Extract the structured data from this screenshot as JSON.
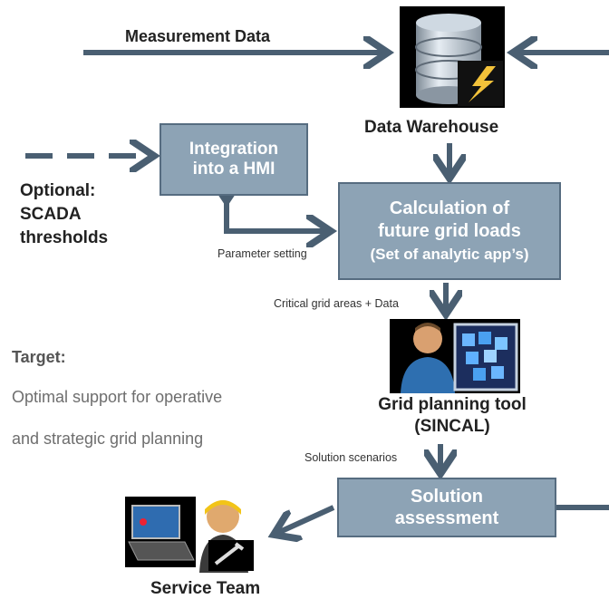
{
  "labels": {
    "measurement_data": "Measurement Data",
    "data_warehouse": "Data Warehouse",
    "optional_line1": "Optional:",
    "optional_line2": "SCADA",
    "optional_line3": "thresholds",
    "parameter_setting": "Parameter setting",
    "critical_areas": "Critical grid areas  + Data",
    "target": "Target:",
    "target_line1": "Optimal support for operative",
    "target_line2": "and strategic grid planning",
    "grid_tool_line1": "Grid planning tool",
    "grid_tool_line2": "(SINCAL)",
    "solution_scenarios": "Solution scenarios",
    "service_team": "Service Team"
  },
  "boxes": {
    "integration": {
      "line1": "Integration",
      "line2": "into a HMI"
    },
    "calculation": {
      "line1": "Calculation of",
      "line2": "future grid loads",
      "line3": "(Set of analytic app’s)"
    },
    "solution": {
      "line1": "Solution",
      "line2": "assessment"
    }
  },
  "icons": {
    "database": "database-icon",
    "grid_planning": "grid-planning-icon",
    "service": "service-worker-icon"
  },
  "colors": {
    "box_fill": "#8da3b5",
    "box_border": "#566c80",
    "arrow": "#4a5f72"
  }
}
